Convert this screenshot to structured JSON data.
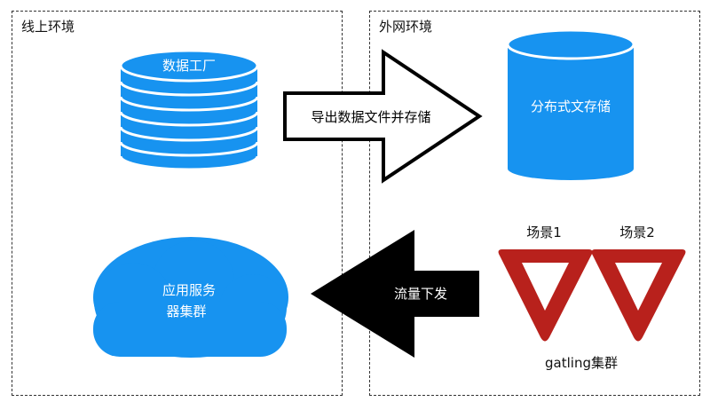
{
  "regions": {
    "online": {
      "label": "线上环境"
    },
    "external": {
      "label": "外网环境"
    }
  },
  "nodes": {
    "data_factory": {
      "label": "数据工厂",
      "icon": "database-icon"
    },
    "distributed_storage": {
      "label": "分布式文存储",
      "icon": "cylinder-icon"
    },
    "app_cluster": {
      "label_line1": "应用服务",
      "label_line2": "器集群",
      "icon": "cloud-icon"
    },
    "scene1": {
      "label": "场景1",
      "icon": "yield-triangle-icon"
    },
    "scene2": {
      "label": "场景2",
      "icon": "yield-triangle-icon"
    },
    "gatling_cluster": {
      "label": "gatling集群"
    }
  },
  "edges": {
    "export": {
      "label": "导出数据文件并存储",
      "icon": "arrow-right-icon"
    },
    "traffic": {
      "label": "流量下发",
      "icon": "arrow-left-icon"
    }
  },
  "colors": {
    "blue": "#1793f0",
    "red": "#b8211c",
    "black": "#000000"
  }
}
